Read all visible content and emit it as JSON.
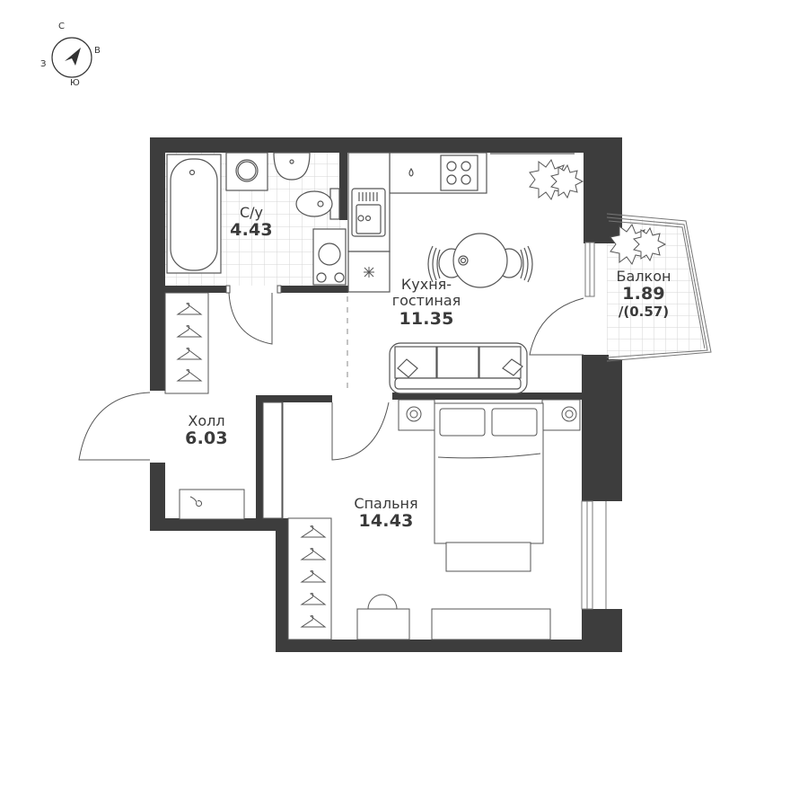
{
  "compass": {
    "north": "С",
    "east": "В",
    "south": "Ю",
    "west": "З"
  },
  "rooms": [
    {
      "id": "bathroom",
      "name": "С/у",
      "area": "4.43"
    },
    {
      "id": "kitchen-living",
      "name": "Кухня-",
      "name2": "гостиная",
      "area": "11.35"
    },
    {
      "id": "balcony",
      "name": "Балкон",
      "area": "1.89",
      "area_reduced": "/(0.57)"
    },
    {
      "id": "hall",
      "name": "Холл",
      "area": "6.03"
    },
    {
      "id": "bedroom",
      "name": "Спальня",
      "area": "14.43"
    }
  ],
  "colors": {
    "wall": "#3d3d3d",
    "line": "#555555",
    "tile": "#d9d9d9",
    "text": "#3a3a3a"
  }
}
